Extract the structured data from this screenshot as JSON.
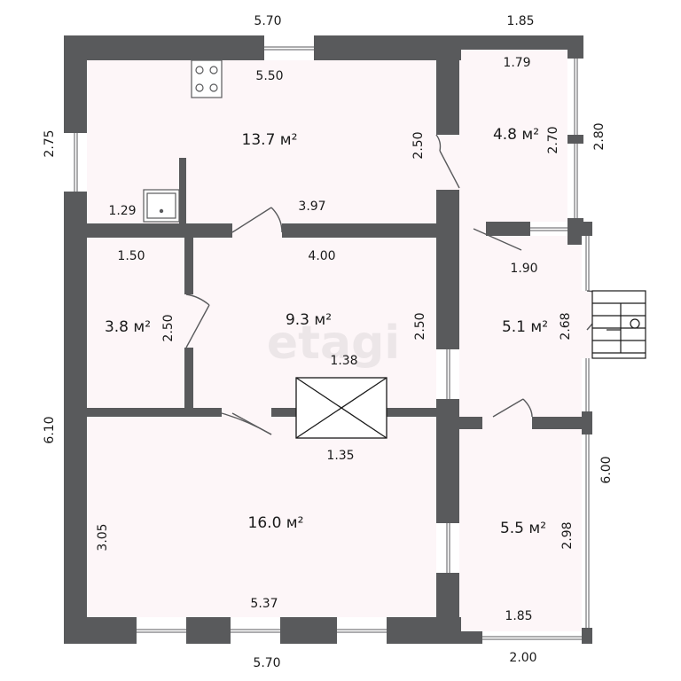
{
  "plan": {
    "colors": {
      "wall": "#595a5c",
      "room_fill": "#fdf6f8",
      "window_fill": "#ffffff",
      "door_line": "#595a5c",
      "text": "#1a1a1a",
      "watermark": "#ece6e8"
    },
    "watermark": "etagi",
    "rooms": [
      {
        "id": "kitchen",
        "area": "13.7 м²"
      },
      {
        "id": "small-room-ne",
        "area": "4.8 м²"
      },
      {
        "id": "closet",
        "area": "3.8 м²"
      },
      {
        "id": "hall",
        "area": "9.3 м²"
      },
      {
        "id": "entrance",
        "area": "5.1 м²"
      },
      {
        "id": "living-room",
        "area": "16.0 м²"
      },
      {
        "id": "room-se",
        "area": "5.5 м²"
      }
    ],
    "dimensions": [
      "5.70",
      "1.85",
      "5.50",
      "1.79",
      "2.75",
      "2.50",
      "2.70",
      "2.80",
      "1.29",
      "3.97",
      "1.50",
      "4.00",
      "1.90",
      "2.50",
      "2.50",
      "2.68",
      "1.38",
      "6.10",
      "1.35",
      "6.00",
      "3.05",
      "2.98",
      "5.37",
      "1.85",
      "5.70",
      "2.00"
    ],
    "fixtures": [
      {
        "name": "stove",
        "icon": "stove-icon"
      },
      {
        "name": "sink",
        "icon": "sink-icon"
      },
      {
        "name": "stove-opening",
        "icon": "cross-box-icon"
      },
      {
        "name": "entry-stairs",
        "icon": "stairs-icon"
      }
    ]
  }
}
